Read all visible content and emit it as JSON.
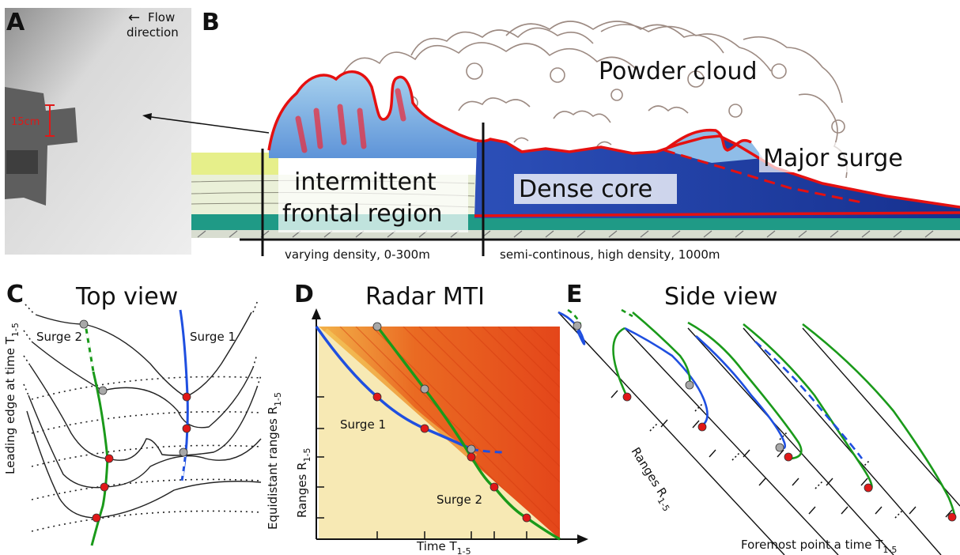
{
  "panels": {
    "a": {
      "letter": "A",
      "flow_label_1": "Flow",
      "flow_label_2": "direction",
      "flow_arrow": "←",
      "scale_label": "15cm"
    },
    "b": {
      "letter": "B",
      "powder_cloud": "Powder cloud",
      "major_surge": "Major surge",
      "dense_core": "Dense core",
      "frontal_1": "intermittent",
      "frontal_2": "frontal region",
      "front_caption": "varying density, 0-300m",
      "core_caption": "semi-continous, high density, 1000m"
    },
    "c": {
      "letter": "C",
      "title": "Top view",
      "surge2": "Surge 2",
      "surge1": "Surge 1",
      "left_axis": "Leading edge at time T",
      "left_axis_sub": "1-5",
      "right_axis": "Equidistant ranges R",
      "right_axis_sub": "1-5"
    },
    "d": {
      "letter": "D",
      "title": "Radar MTI",
      "y_axis": "Ranges R",
      "y_axis_sub": "1-5",
      "x_axis": "Time T",
      "x_axis_sub": "1-5",
      "surge1": "Surge 1",
      "surge2": "Surge 2"
    },
    "e": {
      "letter": "E",
      "title": "Side view",
      "range_label": "Ranges R",
      "range_label_sub": "1-5",
      "bottom_label": "Foremost point a time T",
      "bottom_label_sub": "1-5"
    }
  },
  "colors": {
    "surge1": "#1f4fe0",
    "surge2": "#1a9a1a",
    "marker_red": "#e01818",
    "marker_grey": "#a8a8a8",
    "outline_red": "#e51010",
    "dense_core": "#1c3aa8",
    "radar_bg": "#f7e9b4",
    "radar_hot": "#e8501a"
  }
}
